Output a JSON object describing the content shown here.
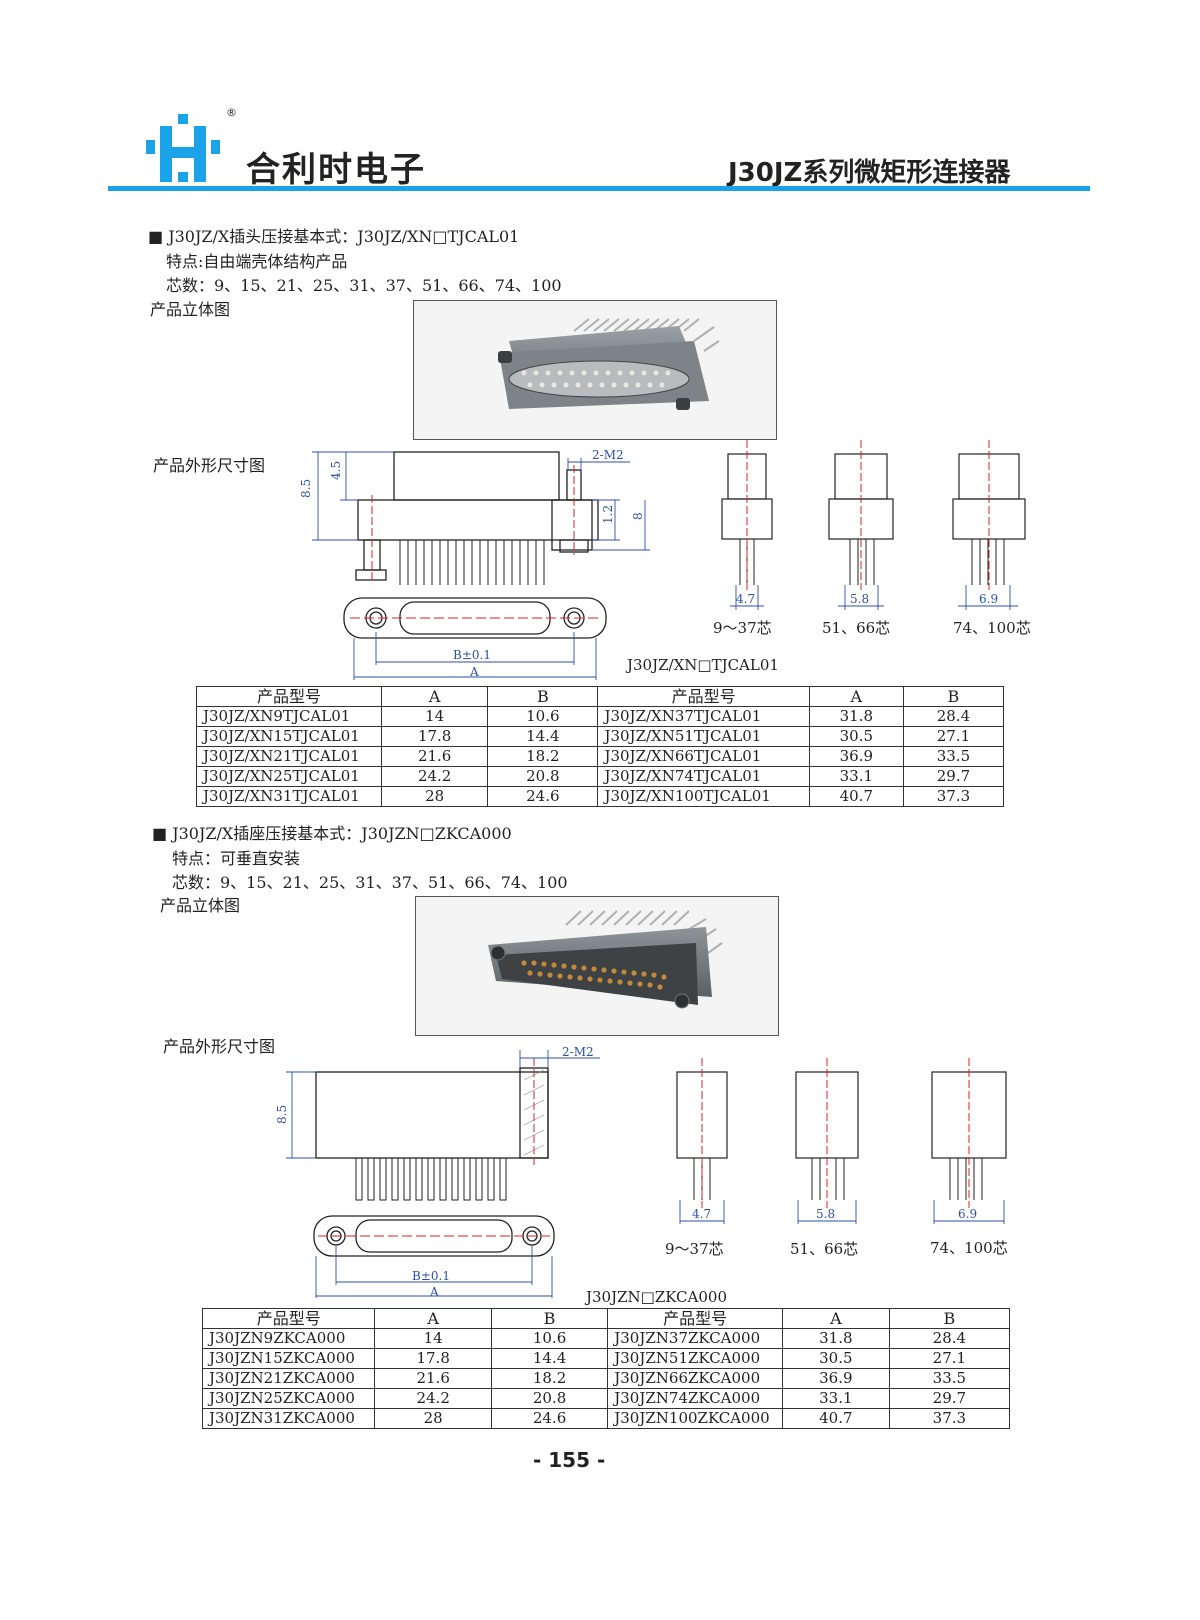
{
  "header": {
    "company": "合利时电子",
    "series_title": "J30JZ系列微矩形连接器",
    "registered_mark": "®"
  },
  "section1": {
    "heading": "J30JZ/X插头压接基本式：J30JZ/XN□TJCAL01",
    "feature": "特点:自由端壳体结构产品",
    "pins": "芯数：9、15、21、25、31、37、51、66、74、100",
    "view_label": "产品立体图",
    "outline_label": "产品外形尺寸图",
    "dims": {
      "d1": "8.5",
      "d2": "4.5",
      "d3": "2-M2",
      "d4": "1.2",
      "d5": "8",
      "b": "B±0.1",
      "a": "A"
    },
    "end_views": [
      {
        "width": "4.7",
        "label": "9～37芯"
      },
      {
        "width": "5.8",
        "label": "51、66芯"
      },
      {
        "width": "6.9",
        "label": "74、100芯"
      }
    ],
    "drawing_caption": "J30JZ/XN□TJCAL01",
    "table": {
      "headers": [
        "产品型号",
        "A",
        "B",
        "产品型号",
        "A",
        "B"
      ],
      "rows": [
        [
          "J30JZ/XN9TJCAL01",
          "14",
          "10.6",
          "J30JZ/XN37TJCAL01",
          "31.8",
          "28.4"
        ],
        [
          "J30JZ/XN15TJCAL01",
          "17.8",
          "14.4",
          "J30JZ/XN51TJCAL01",
          "30.5",
          "27.1"
        ],
        [
          "J30JZ/XN21TJCAL01",
          "21.6",
          "18.2",
          "J30JZ/XN66TJCAL01",
          "36.9",
          "33.5"
        ],
        [
          "J30JZ/XN25TJCAL01",
          "24.2",
          "20.8",
          "J30JZ/XN74TJCAL01",
          "33.1",
          "29.7"
        ],
        [
          "J30JZ/XN31TJCAL01",
          "28",
          "24.6",
          "J30JZ/XN100TJCAL01",
          "40.7",
          "37.3"
        ]
      ]
    }
  },
  "section2": {
    "heading": "J30JZ/X插座压接基本式：J30JZN□ZKCA000",
    "feature": "特点：可垂直安装",
    "pins": "芯数：9、15、21、25、31、37、51、66、74、100",
    "view_label": "产品立体图",
    "outline_label": "产品外形尺寸图",
    "dims": {
      "d1": "8.5",
      "d3": "2-M2",
      "b": "B±0.1",
      "a": "A"
    },
    "end_views": [
      {
        "width": "4.7",
        "label": "9～37芯"
      },
      {
        "width": "5.8",
        "label": "51、66芯"
      },
      {
        "width": "6.9",
        "label": "74、100芯"
      }
    ],
    "drawing_caption": "J30JZN□ZKCA000",
    "table": {
      "headers": [
        "产品型号",
        "A",
        "B",
        "产品型号",
        "A",
        "B"
      ],
      "rows": [
        [
          "J30JZN9ZKCA000",
          "14",
          "10.6",
          "J30JZN37ZKCA000",
          "31.8",
          "28.4"
        ],
        [
          "J30JZN15ZKCA000",
          "17.8",
          "14.4",
          "J30JZN51ZKCA000",
          "30.5",
          "27.1"
        ],
        [
          "J30JZN21ZKCA000",
          "21.6",
          "18.2",
          "J30JZN66ZKCA000",
          "36.9",
          "33.5"
        ],
        [
          "J30JZN25ZKCA000",
          "24.2",
          "20.8",
          "J30JZN74ZKCA000",
          "33.1",
          "29.7"
        ],
        [
          "J30JZN31ZKCA000",
          "28",
          "24.6",
          "J30JZN100ZKCA000",
          "40.7",
          "37.3"
        ]
      ]
    }
  },
  "page_number": "- 155 -"
}
